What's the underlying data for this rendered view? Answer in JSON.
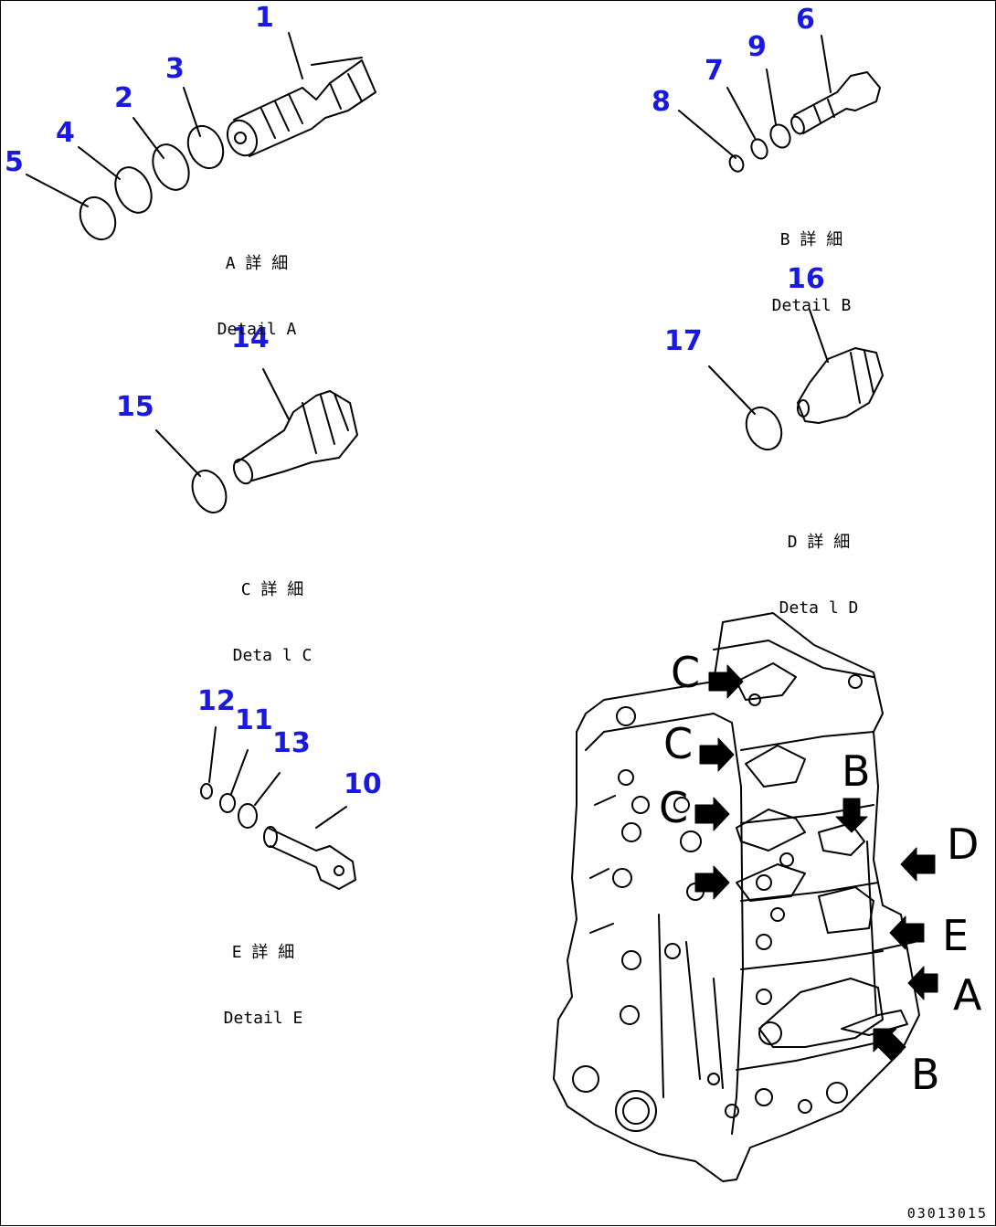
{
  "details": {
    "a": {
      "jp": "A 詳 細",
      "en": "Detail A"
    },
    "b": {
      "jp": "B 詳 細",
      "en": "Detail B"
    },
    "c": {
      "jp": "C 詳 細",
      "en": "Deta l C"
    },
    "d": {
      "jp": "D 詳 細",
      "en": "Deta l D"
    },
    "e": {
      "jp": "E 詳 細",
      "en": "Detail E"
    }
  },
  "callouts": {
    "p1": "1",
    "p2": "2",
    "p3": "3",
    "p4": "4",
    "p5": "5",
    "p6": "6",
    "p7": "7",
    "p8": "8",
    "p9": "9",
    "p10": "10",
    "p11": "11",
    "p12": "12",
    "p13": "13",
    "p14": "14",
    "p15": "15",
    "p16": "16",
    "p17": "17"
  },
  "view_letters": {
    "c1": "C",
    "c2": "C",
    "c3": "C",
    "b1": "B",
    "d": "D",
    "e": "E",
    "a": "A",
    "b2": "B"
  },
  "drawing_number": "03013015",
  "colors": {
    "callout": "#1a1adf",
    "line": "#000000"
  }
}
